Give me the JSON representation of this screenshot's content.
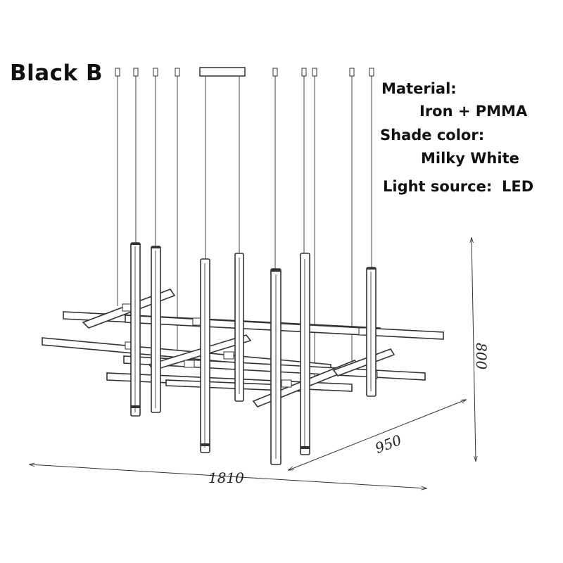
{
  "title": "Black B",
  "specs": {
    "material_label": "Material:",
    "material_value": "Iron + PMMA",
    "shade_label": "Shade color:",
    "shade_value": "Milky White",
    "light_label": "Light source:",
    "light_value": "LED"
  },
  "dimensions": {
    "width": "1810",
    "depth": "950",
    "height": "800"
  }
}
